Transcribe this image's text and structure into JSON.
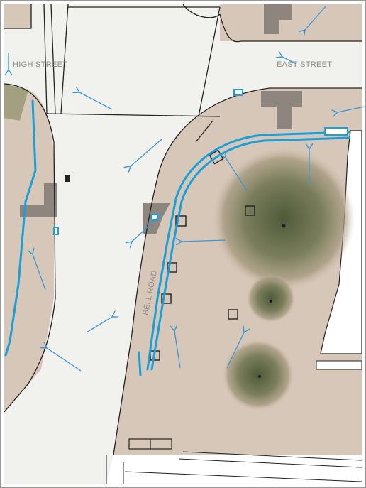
{
  "map": {
    "labels": {
      "high_street": "HIGH STREET",
      "east_street": "EAST STREET",
      "bell_road": "BELL ROAD"
    },
    "colors": {
      "paving": "#d7c7b8",
      "road": "#f1f1ee",
      "drainage": "#1aa0d8",
      "flow_arrow": "#3b97d3",
      "outline": "#222222",
      "grey_block": "#8e857f",
      "tree": "#7d7f5e"
    }
  }
}
